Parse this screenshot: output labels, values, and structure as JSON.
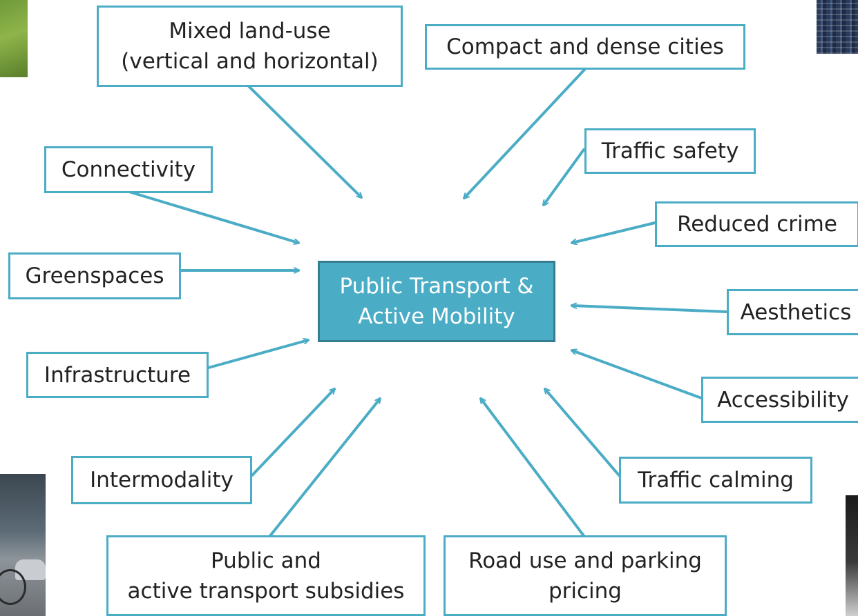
{
  "center": {
    "line1": "Public Transport &",
    "line2": "Active Mobility"
  },
  "factors": {
    "mixed_land_use": {
      "line1": "Mixed land-use",
      "line2": "(vertical and horizontal)"
    },
    "compact_cities": "Compact and dense cities",
    "traffic_safety": "Traffic safety",
    "connectivity": "Connectivity",
    "reduced_crime": "Reduced crime",
    "greenspaces": "Greenspaces",
    "aesthetics": "Aesthetics",
    "infrastructure": "Infrastructure",
    "accessibility": "Accessibility",
    "intermodality": "Intermodality",
    "traffic_calming": "Traffic calming",
    "subsidies": {
      "line1": "Public and",
      "line2": "active transport subsidies"
    },
    "road_pricing": {
      "line1": "Road use and parking",
      "line2": "pricing"
    }
  },
  "colors": {
    "accent": "#4bacc6",
    "center_border": "#357d91",
    "text": "#222222"
  }
}
